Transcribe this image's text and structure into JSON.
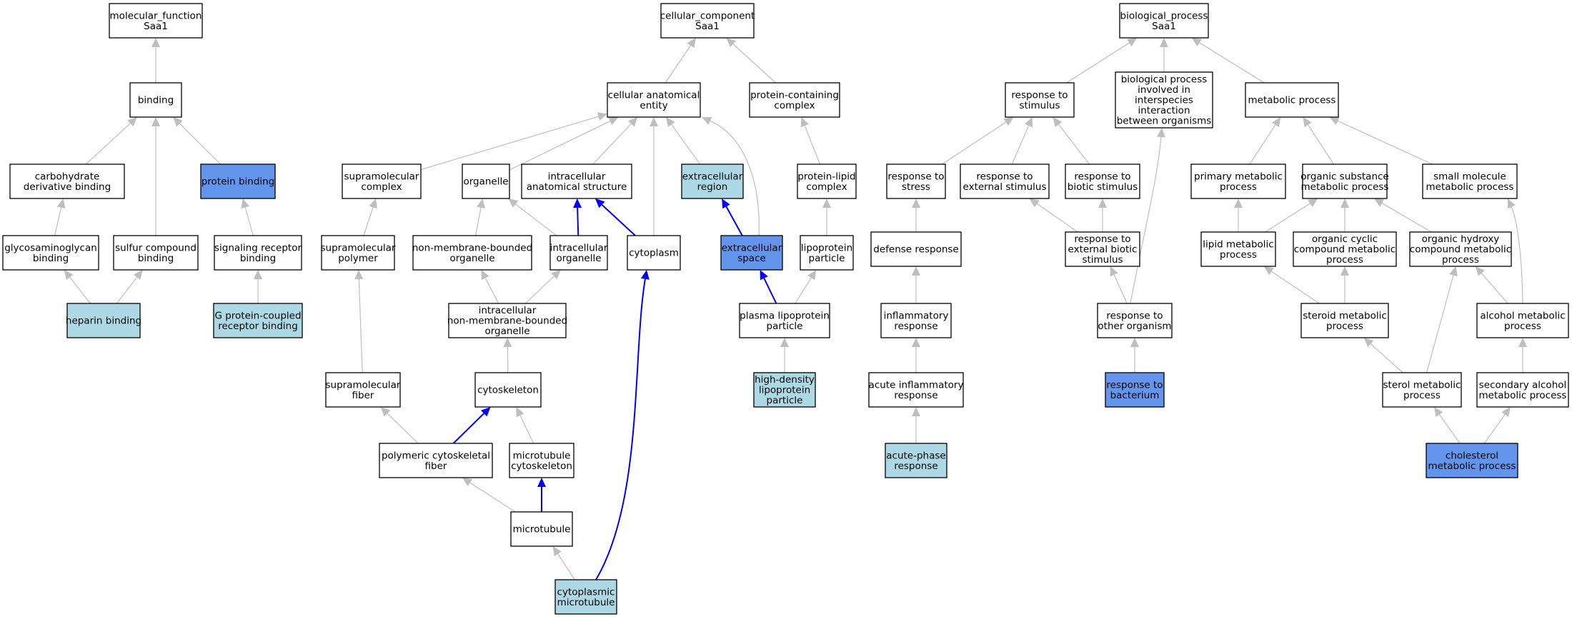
{
  "colors": {
    "background": "#ffffff",
    "node_border": "#000000",
    "node_fill_default": "#ffffff",
    "node_fill_highlight": "#add8e6",
    "node_fill_strong": "#6495ed",
    "edge_default": "#bebebe",
    "edge_highlight": "#0000ff"
  },
  "roots": [
    "molecular_function",
    "cellular_component",
    "biological_process"
  ],
  "nodes": [
    {
      "id": "mf_root",
      "lines": [
        "molecular_function",
        "Saa1"
      ],
      "style": "plain"
    },
    {
      "id": "binding",
      "lines": [
        "binding"
      ],
      "style": "plain"
    },
    {
      "id": "carb_bind",
      "lines": [
        "carbohydrate",
        "derivative binding"
      ],
      "style": "plain"
    },
    {
      "id": "protein_binding",
      "lines": [
        "protein binding"
      ],
      "style": "strong"
    },
    {
      "id": "gag_bind",
      "lines": [
        "glycosaminoglycan",
        "binding"
      ],
      "style": "plain"
    },
    {
      "id": "sulfur_bind",
      "lines": [
        "sulfur compound",
        "binding"
      ],
      "style": "plain"
    },
    {
      "id": "sig_rec_bind",
      "lines": [
        "signaling receptor",
        "binding"
      ],
      "style": "plain"
    },
    {
      "id": "heparin_bind",
      "lines": [
        "heparin binding"
      ],
      "style": "highlight"
    },
    {
      "id": "gpcr_bind",
      "lines": [
        "G protein-coupled",
        "receptor binding"
      ],
      "style": "highlight"
    },
    {
      "id": "cc_root",
      "lines": [
        "cellular_component",
        "Saa1"
      ],
      "style": "plain"
    },
    {
      "id": "cae",
      "lines": [
        "cellular anatomical",
        "entity"
      ],
      "style": "plain"
    },
    {
      "id": "pcc",
      "lines": [
        "protein-containing",
        "complex"
      ],
      "style": "plain"
    },
    {
      "id": "supramol_complex",
      "lines": [
        "supramolecular",
        "complex"
      ],
      "style": "plain"
    },
    {
      "id": "organelle",
      "lines": [
        "organelle"
      ],
      "style": "plain"
    },
    {
      "id": "ias",
      "lines": [
        "intracellular",
        "anatomical structure"
      ],
      "style": "plain"
    },
    {
      "id": "ext_region",
      "lines": [
        "extracellular",
        "region"
      ],
      "style": "highlight"
    },
    {
      "id": "plc",
      "lines": [
        "protein-lipid",
        "complex"
      ],
      "style": "plain"
    },
    {
      "id": "supramol_polymer",
      "lines": [
        "supramolecular",
        "polymer"
      ],
      "style": "plain"
    },
    {
      "id": "nmbo",
      "lines": [
        "non-membrane-bounded",
        "organelle"
      ],
      "style": "plain"
    },
    {
      "id": "intra_org",
      "lines": [
        "intracellular",
        "organelle"
      ],
      "style": "plain"
    },
    {
      "id": "cytoplasm",
      "lines": [
        "cytoplasm"
      ],
      "style": "plain"
    },
    {
      "id": "ext_space",
      "lines": [
        "extracellular",
        "space"
      ],
      "style": "strong"
    },
    {
      "id": "lipoprotein",
      "lines": [
        "lipoprotein",
        "particle"
      ],
      "style": "plain"
    },
    {
      "id": "inmbo",
      "lines": [
        "intracellular",
        "non-membrane-bounded",
        "organelle"
      ],
      "style": "plain"
    },
    {
      "id": "plp",
      "lines": [
        "plasma lipoprotein",
        "particle"
      ],
      "style": "plain"
    },
    {
      "id": "supramol_fiber",
      "lines": [
        "supramolecular",
        "fiber"
      ],
      "style": "plain"
    },
    {
      "id": "cytoskeleton",
      "lines": [
        "cytoskeleton"
      ],
      "style": "plain"
    },
    {
      "id": "hdl",
      "lines": [
        "high-density",
        "lipoprotein",
        "particle"
      ],
      "style": "highlight"
    },
    {
      "id": "pcf",
      "lines": [
        "polymeric cytoskeletal",
        "fiber"
      ],
      "style": "plain"
    },
    {
      "id": "mt_cyto",
      "lines": [
        "microtubule",
        "cytoskeleton"
      ],
      "style": "plain"
    },
    {
      "id": "microtubule",
      "lines": [
        "microtubule"
      ],
      "style": "plain"
    },
    {
      "id": "cyto_mt",
      "lines": [
        "cytoplasmic",
        "microtubule"
      ],
      "style": "highlight"
    },
    {
      "id": "bp_root",
      "lines": [
        "biological_process",
        "Saa1"
      ],
      "style": "plain"
    },
    {
      "id": "resp_stim",
      "lines": [
        "response to",
        "stimulus"
      ],
      "style": "plain"
    },
    {
      "id": "bp_interspecies",
      "lines": [
        "biological process",
        "involved in",
        "interspecies",
        "interaction",
        "between organisms"
      ],
      "style": "plain"
    },
    {
      "id": "metabolic",
      "lines": [
        "metabolic process"
      ],
      "style": "plain"
    },
    {
      "id": "resp_stress",
      "lines": [
        "response to",
        "stress"
      ],
      "style": "plain"
    },
    {
      "id": "resp_ext",
      "lines": [
        "response to",
        "external stimulus"
      ],
      "style": "plain"
    },
    {
      "id": "resp_biotic",
      "lines": [
        "response to",
        "biotic stimulus"
      ],
      "style": "plain"
    },
    {
      "id": "primary_met",
      "lines": [
        "primary metabolic",
        "process"
      ],
      "style": "plain"
    },
    {
      "id": "org_sub_met",
      "lines": [
        "organic substance",
        "metabolic process"
      ],
      "style": "plain"
    },
    {
      "id": "small_mol_met",
      "lines": [
        "small molecule",
        "metabolic process"
      ],
      "style": "plain"
    },
    {
      "id": "defense",
      "lines": [
        "defense response"
      ],
      "style": "plain"
    },
    {
      "id": "resp_ext_biotic",
      "lines": [
        "response to",
        "external biotic",
        "stimulus"
      ],
      "style": "plain"
    },
    {
      "id": "lipid_met",
      "lines": [
        "lipid metabolic",
        "process"
      ],
      "style": "plain"
    },
    {
      "id": "org_cyc_met",
      "lines": [
        "organic cyclic",
        "compound metabolic",
        "process"
      ],
      "style": "plain"
    },
    {
      "id": "org_hyd_met",
      "lines": [
        "organic hydroxy",
        "compound metabolic",
        "process"
      ],
      "style": "plain"
    },
    {
      "id": "inflam",
      "lines": [
        "inflammatory",
        "response"
      ],
      "style": "plain"
    },
    {
      "id": "resp_other_org",
      "lines": [
        "response to",
        "other organism"
      ],
      "style": "plain"
    },
    {
      "id": "steroid_met",
      "lines": [
        "steroid metabolic",
        "process"
      ],
      "style": "plain"
    },
    {
      "id": "alcohol_met",
      "lines": [
        "alcohol metabolic",
        "process"
      ],
      "style": "plain"
    },
    {
      "id": "acute_inflam",
      "lines": [
        "acute inflammatory",
        "response"
      ],
      "style": "plain"
    },
    {
      "id": "resp_bacterium",
      "lines": [
        "response to",
        "bacterium"
      ],
      "style": "strong"
    },
    {
      "id": "sterol_met",
      "lines": [
        "sterol metabolic",
        "process"
      ],
      "style": "plain"
    },
    {
      "id": "sec_alcohol_met",
      "lines": [
        "secondary alcohol",
        "metabolic process"
      ],
      "style": "plain"
    },
    {
      "id": "acute_phase",
      "lines": [
        "acute-phase",
        "response"
      ],
      "style": "highlight"
    },
    {
      "id": "chol_met",
      "lines": [
        "cholesterol",
        "metabolic process"
      ],
      "style": "strong"
    }
  ],
  "edges": [
    {
      "from": "binding",
      "to": "mf_root",
      "style": "default"
    },
    {
      "from": "carb_bind",
      "to": "binding",
      "style": "default"
    },
    {
      "from": "protein_binding",
      "to": "binding",
      "style": "default"
    },
    {
      "from": "sulfur_bind",
      "to": "binding",
      "style": "default"
    },
    {
      "from": "gag_bind",
      "to": "carb_bind",
      "style": "default"
    },
    {
      "from": "sig_rec_bind",
      "to": "protein_binding",
      "style": "default"
    },
    {
      "from": "heparin_bind",
      "to": "gag_bind",
      "style": "default"
    },
    {
      "from": "heparin_bind",
      "to": "sulfur_bind",
      "style": "default"
    },
    {
      "from": "gpcr_bind",
      "to": "sig_rec_bind",
      "style": "default"
    },
    {
      "from": "cae",
      "to": "cc_root",
      "style": "default"
    },
    {
      "from": "pcc",
      "to": "cc_root",
      "style": "default"
    },
    {
      "from": "supramol_complex",
      "to": "cae",
      "style": "default"
    },
    {
      "from": "organelle",
      "to": "cae",
      "style": "default"
    },
    {
      "from": "ias",
      "to": "cae",
      "style": "default"
    },
    {
      "from": "ext_region",
      "to": "cae",
      "style": "default"
    },
    {
      "from": "cytoplasm",
      "to": "cae",
      "style": "default"
    },
    {
      "from": "ext_space",
      "to": "cae",
      "style": "default"
    },
    {
      "from": "plc",
      "to": "pcc",
      "style": "default"
    },
    {
      "from": "supramol_polymer",
      "to": "supramol_complex",
      "style": "default"
    },
    {
      "from": "nmbo",
      "to": "organelle",
      "style": "default"
    },
    {
      "from": "intra_org",
      "to": "organelle",
      "style": "default"
    },
    {
      "from": "intra_org",
      "to": "ias",
      "style": "highlight"
    },
    {
      "from": "cytoplasm",
      "to": "ias",
      "style": "highlight"
    },
    {
      "from": "ext_space",
      "to": "ext_region",
      "style": "highlight"
    },
    {
      "from": "lipoprotein",
      "to": "plc",
      "style": "default"
    },
    {
      "from": "inmbo",
      "to": "nmbo",
      "style": "default"
    },
    {
      "from": "inmbo",
      "to": "intra_org",
      "style": "default"
    },
    {
      "from": "plp",
      "to": "ext_space",
      "style": "highlight"
    },
    {
      "from": "plp",
      "to": "lipoprotein",
      "style": "default"
    },
    {
      "from": "supramol_fiber",
      "to": "supramol_polymer",
      "style": "default"
    },
    {
      "from": "cytoskeleton",
      "to": "inmbo",
      "style": "default"
    },
    {
      "from": "hdl",
      "to": "plp",
      "style": "default"
    },
    {
      "from": "pcf",
      "to": "supramol_fiber",
      "style": "default"
    },
    {
      "from": "pcf",
      "to": "cytoskeleton",
      "style": "highlight"
    },
    {
      "from": "mt_cyto",
      "to": "cytoskeleton",
      "style": "default"
    },
    {
      "from": "microtubule",
      "to": "pcf",
      "style": "default"
    },
    {
      "from": "microtubule",
      "to": "mt_cyto",
      "style": "highlight"
    },
    {
      "from": "cyto_mt",
      "to": "microtubule",
      "style": "default"
    },
    {
      "from": "cyto_mt",
      "to": "cytoplasm",
      "style": "highlight"
    },
    {
      "from": "resp_stim",
      "to": "bp_root",
      "style": "default"
    },
    {
      "from": "bp_interspecies",
      "to": "bp_root",
      "style": "default"
    },
    {
      "from": "metabolic",
      "to": "bp_root",
      "style": "default"
    },
    {
      "from": "resp_stress",
      "to": "resp_stim",
      "style": "default"
    },
    {
      "from": "resp_ext",
      "to": "resp_stim",
      "style": "default"
    },
    {
      "from": "resp_biotic",
      "to": "resp_stim",
      "style": "default"
    },
    {
      "from": "primary_met",
      "to": "metabolic",
      "style": "default"
    },
    {
      "from": "org_sub_met",
      "to": "metabolic",
      "style": "default"
    },
    {
      "from": "small_mol_met",
      "to": "metabolic",
      "style": "default"
    },
    {
      "from": "defense",
      "to": "resp_stress",
      "style": "default"
    },
    {
      "from": "resp_ext_biotic",
      "to": "resp_ext",
      "style": "default"
    },
    {
      "from": "resp_ext_biotic",
      "to": "resp_biotic",
      "style": "default"
    },
    {
      "from": "lipid_met",
      "to": "primary_met",
      "style": "default"
    },
    {
      "from": "lipid_met",
      "to": "org_sub_met",
      "style": "default"
    },
    {
      "from": "org_cyc_met",
      "to": "org_sub_met",
      "style": "default"
    },
    {
      "from": "org_hyd_met",
      "to": "org_sub_met",
      "style": "default"
    },
    {
      "from": "inflam",
      "to": "defense",
      "style": "default"
    },
    {
      "from": "resp_other_org",
      "to": "resp_ext_biotic",
      "style": "default"
    },
    {
      "from": "resp_other_org",
      "to": "bp_interspecies",
      "style": "default"
    },
    {
      "from": "steroid_met",
      "to": "lipid_met",
      "style": "default"
    },
    {
      "from": "steroid_met",
      "to": "org_cyc_met",
      "style": "default"
    },
    {
      "from": "alcohol_met",
      "to": "org_hyd_met",
      "style": "default"
    },
    {
      "from": "alcohol_met",
      "to": "small_mol_met",
      "style": "default"
    },
    {
      "from": "acute_inflam",
      "to": "inflam",
      "style": "default"
    },
    {
      "from": "resp_bacterium",
      "to": "resp_other_org",
      "style": "default"
    },
    {
      "from": "sterol_met",
      "to": "steroid_met",
      "style": "default"
    },
    {
      "from": "sterol_met",
      "to": "org_hyd_met",
      "style": "default"
    },
    {
      "from": "sec_alcohol_met",
      "to": "alcohol_met",
      "style": "default"
    },
    {
      "from": "acute_phase",
      "to": "acute_inflam",
      "style": "default"
    },
    {
      "from": "chol_met",
      "to": "sterol_met",
      "style": "default"
    },
    {
      "from": "chol_met",
      "to": "sec_alcohol_met",
      "style": "default"
    }
  ]
}
